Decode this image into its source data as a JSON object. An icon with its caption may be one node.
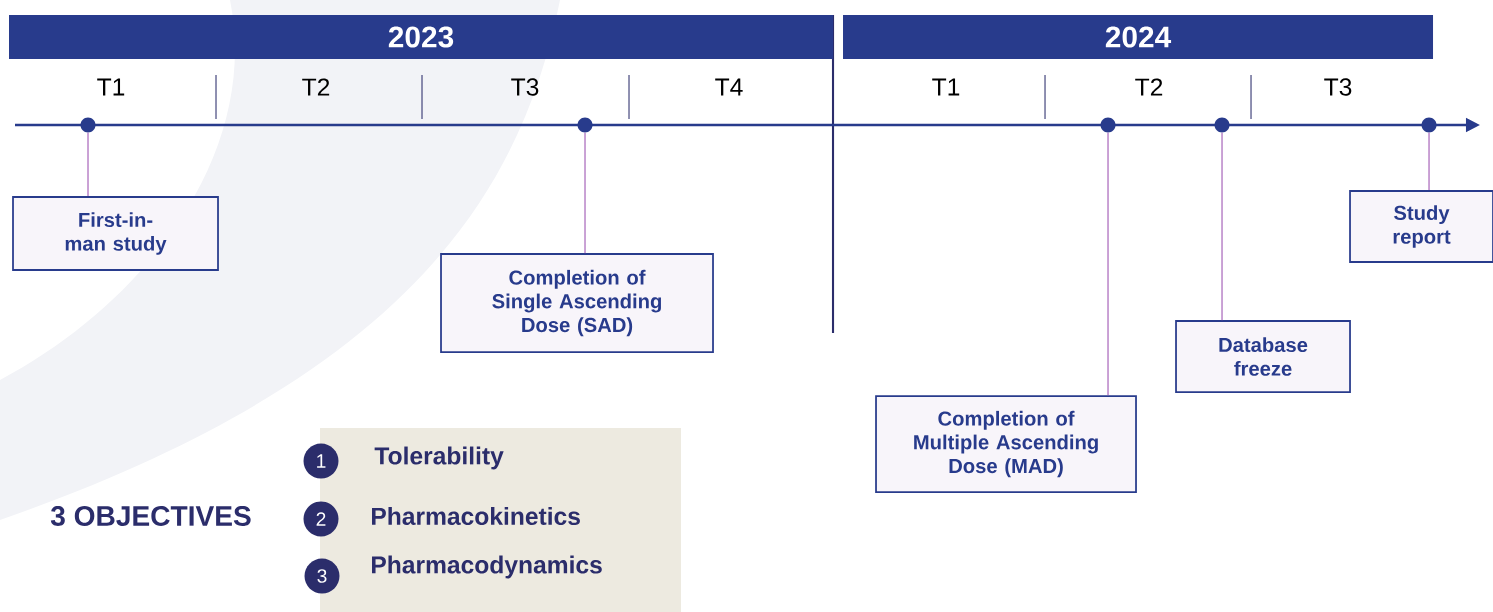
{
  "diagram": {
    "nodes": [
      {
        "text": [
          "2023"
        ]
      },
      {
        "text": [
          "2024"
        ]
      },
      {
        "text": [],
        "shape": "circle"
      },
      {
        "text": [],
        "shape": "circle"
      },
      {
        "text": [],
        "shape": "circle"
      },
      {
        "text": [],
        "shape": "circle"
      },
      {
        "text": [],
        "shape": "circle"
      },
      {
        "text": [
          "First-in-man study"
        ]
      },
      {
        "text": [
          "Completion of Single Ascending Dose (SAD)"
        ]
      },
      {
        "text": [
          "Study report"
        ]
      },
      {
        "text": [
          "Database freeze"
        ]
      },
      {
        "text": [
          "Completion of Multiple Ascending Dose (MAD)"
        ]
      },
      {
        "text": [
          "1"
        ]
      },
      {
        "text": [
          "2"
        ]
      },
      {
        "text": [
          "3"
        ]
      },
      {
        "text": [
          "Tolerability",
          "Pharmacokinetics",
          "Pharmacodynamics"
        ]
      }
    ],
    "edges": [
      {
        "from": 7,
        "to": 2,
        "arrow": "none"
      },
      {
        "from": 8,
        "to": 3,
        "arrow": "none"
      },
      {
        "from": 11,
        "to": 4,
        "arrow": "none"
      },
      {
        "from": 10,
        "to": 5,
        "arrow": "none"
      },
      {
        "from": 9,
        "to": 6,
        "arrow": "none"
      }
    ],
    "labels": [
      "T1",
      "T2",
      "T3",
      "T4",
      "T1",
      "T2",
      "T3",
      "3 OBJECTIVES"
    ]
  }
}
